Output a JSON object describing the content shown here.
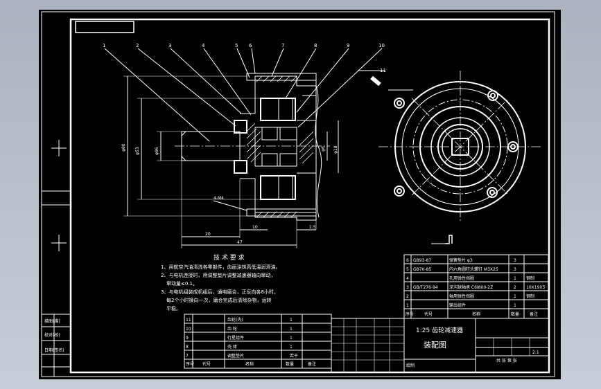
{
  "drawing": {
    "title": "1:25 齿轮减速器",
    "subtitle": "装配图",
    "scale": "2:1",
    "sheet_label": "共 张  第 张",
    "hui_zhi": "绘制"
  },
  "left_labels": [
    "描图(描)",
    "校对(校)",
    "日期(签名)"
  ],
  "balloons": [
    "1",
    "2",
    "3",
    "4",
    "5",
    "6",
    "7",
    "8",
    "9",
    "10",
    "11"
  ],
  "dimensions": {
    "d80": "φ80",
    "d53": "φ53",
    "d96": "φ96",
    "d18": "φ18",
    "d6": "φ6",
    "bolt": "4-M4",
    "len20": "20",
    "len47": "47",
    "len10": "10",
    "len15": "1.5"
  },
  "tech_requirements": {
    "heading": "技 术 要 求",
    "lines": [
      "1、用航空汽油清洗各零部件，齿面涂抹高低温润滑油。",
      "2、与电机连接时，用调整垫片调整减速器轴向窜动，",
      "   窜动量≤0.1。",
      "3、与电机组装成机组后，通电磨合，正反向各8小时，",
      "   每2个小时换向一次，磨合完成后清除杂物，运转",
      "   平稳。"
    ]
  },
  "bom_upper": [
    {
      "no": "6",
      "code": "GB93-87",
      "name": "弹簧垫片 φ3",
      "qty": "3",
      "mat": ""
    },
    {
      "no": "5",
      "code": "GB70-85",
      "name": "内六角圆柱头螺钉 M3X25",
      "qty": "3",
      "mat": ""
    },
    {
      "no": "4",
      "code": "",
      "name": "孔用弹性挡圈",
      "qty": "1",
      "mat": "钢制"
    },
    {
      "no": "3",
      "code": "GB/T276-94",
      "name": "深沟球轴承 C6I800-2Z",
      "qty": "2",
      "mat": "10X19X5"
    },
    {
      "no": "2",
      "code": "",
      "name": "轴用弹性挡圈",
      "qty": "1",
      "mat": "钢制"
    },
    {
      "no": "1",
      "code": "",
      "name": "输出组件",
      "qty": "1",
      "mat": ""
    }
  ],
  "bom_upper_header": {
    "no": "序号",
    "code": "代号",
    "name": "名称",
    "qty": "数量",
    "mat": "备注"
  },
  "bom_lower": [
    {
      "no": "11",
      "name": "齿轮(内)",
      "qty": "1",
      "mat": ""
    },
    {
      "no": "10",
      "name": "齿 轮",
      "qty": "1",
      "mat": ""
    },
    {
      "no": "9",
      "name": "行星组件",
      "qty": "1",
      "mat": ""
    },
    {
      "no": "8",
      "name": "壳 体",
      "qty": "1",
      "mat": ""
    },
    {
      "no": "7",
      "name": "调整垫片",
      "qty": "若干",
      "mat": ""
    }
  ],
  "bom_lower_header": {
    "no": "序号",
    "code": "代号",
    "name": "名称",
    "qty": "数量",
    "mat": "备注"
  }
}
